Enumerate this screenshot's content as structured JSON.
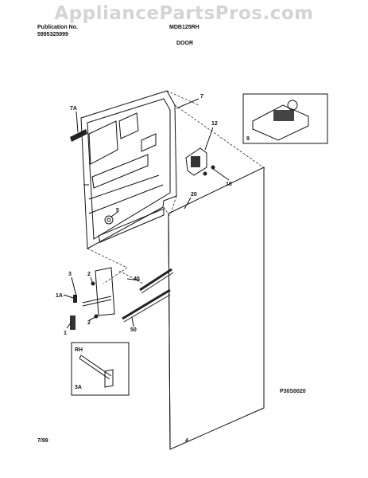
{
  "watermark": "AppliancePartsPros.com",
  "header": {
    "publication_label": "Publication No.",
    "publication_number": "5995325999",
    "model": "MDB125RH",
    "section": "DOOR"
  },
  "callouts": {
    "c7": "7",
    "c7a": "7A",
    "c12": "12",
    "c9": "9",
    "c10": "10",
    "c20": "20",
    "c5": "5",
    "c3": "3",
    "c2a": "2",
    "c1a": "1A",
    "c40": "40",
    "c2b": "2",
    "c1": "1",
    "c50": "50",
    "rh": "RH",
    "c3a": "3A"
  },
  "diagram_code": "P30S0020",
  "footer": {
    "date": "7/99",
    "page": "4"
  }
}
